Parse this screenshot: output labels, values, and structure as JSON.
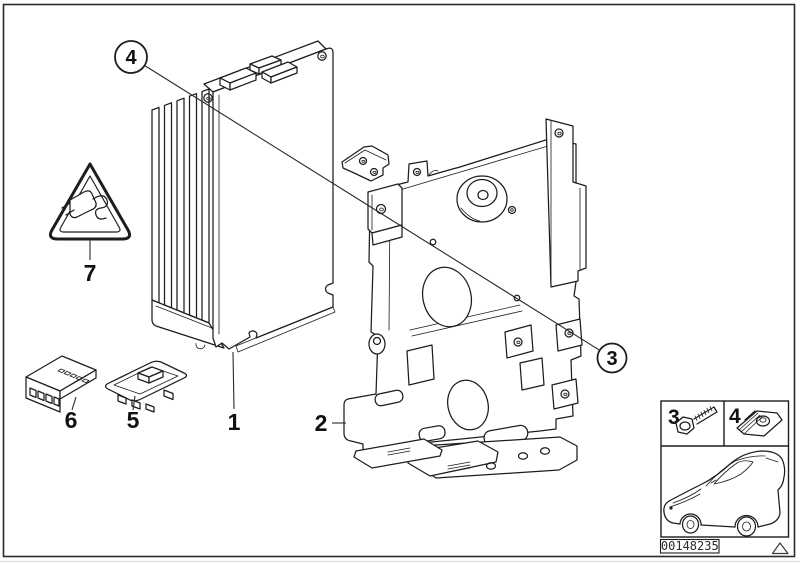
{
  "colors": {
    "line": "#1d1d1d",
    "frame": "#2b2b2b",
    "background": "#ffffff"
  },
  "parts": {
    "amplifier_label": "1",
    "bracket_label": "2",
    "cover_label": "5",
    "connector_label": "6",
    "warning_label": "7"
  },
  "callouts": {
    "screw": "3",
    "clip_nut": "4"
  },
  "legend": {
    "screw_label": "3",
    "clip_nut_label": "4"
  },
  "footer": {
    "image_number": "00148235"
  }
}
